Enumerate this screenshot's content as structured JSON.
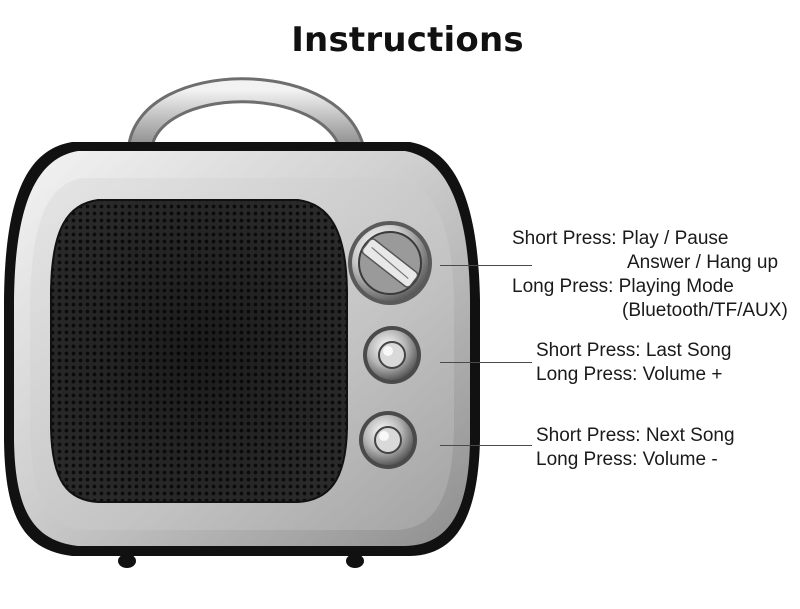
{
  "title": "Instructions",
  "buttons": [
    {
      "lines": [
        "Short Press: Play / Pause",
        "Answer / Hang up",
        "Long Press: Playing Mode",
        "(Bluetooth/TF/AUX)"
      ]
    },
    {
      "lines": [
        "Short Press: Last Song",
        "Long Press: Volume +"
      ]
    },
    {
      "lines": [
        "Short Press: Next Song",
        "Long Press: Volume -"
      ]
    }
  ],
  "colors": {
    "body_outline": "#111111",
    "body_silver": "#c9c9c9",
    "grille": "#1c1c1c",
    "text": "#1a1a1a"
  }
}
